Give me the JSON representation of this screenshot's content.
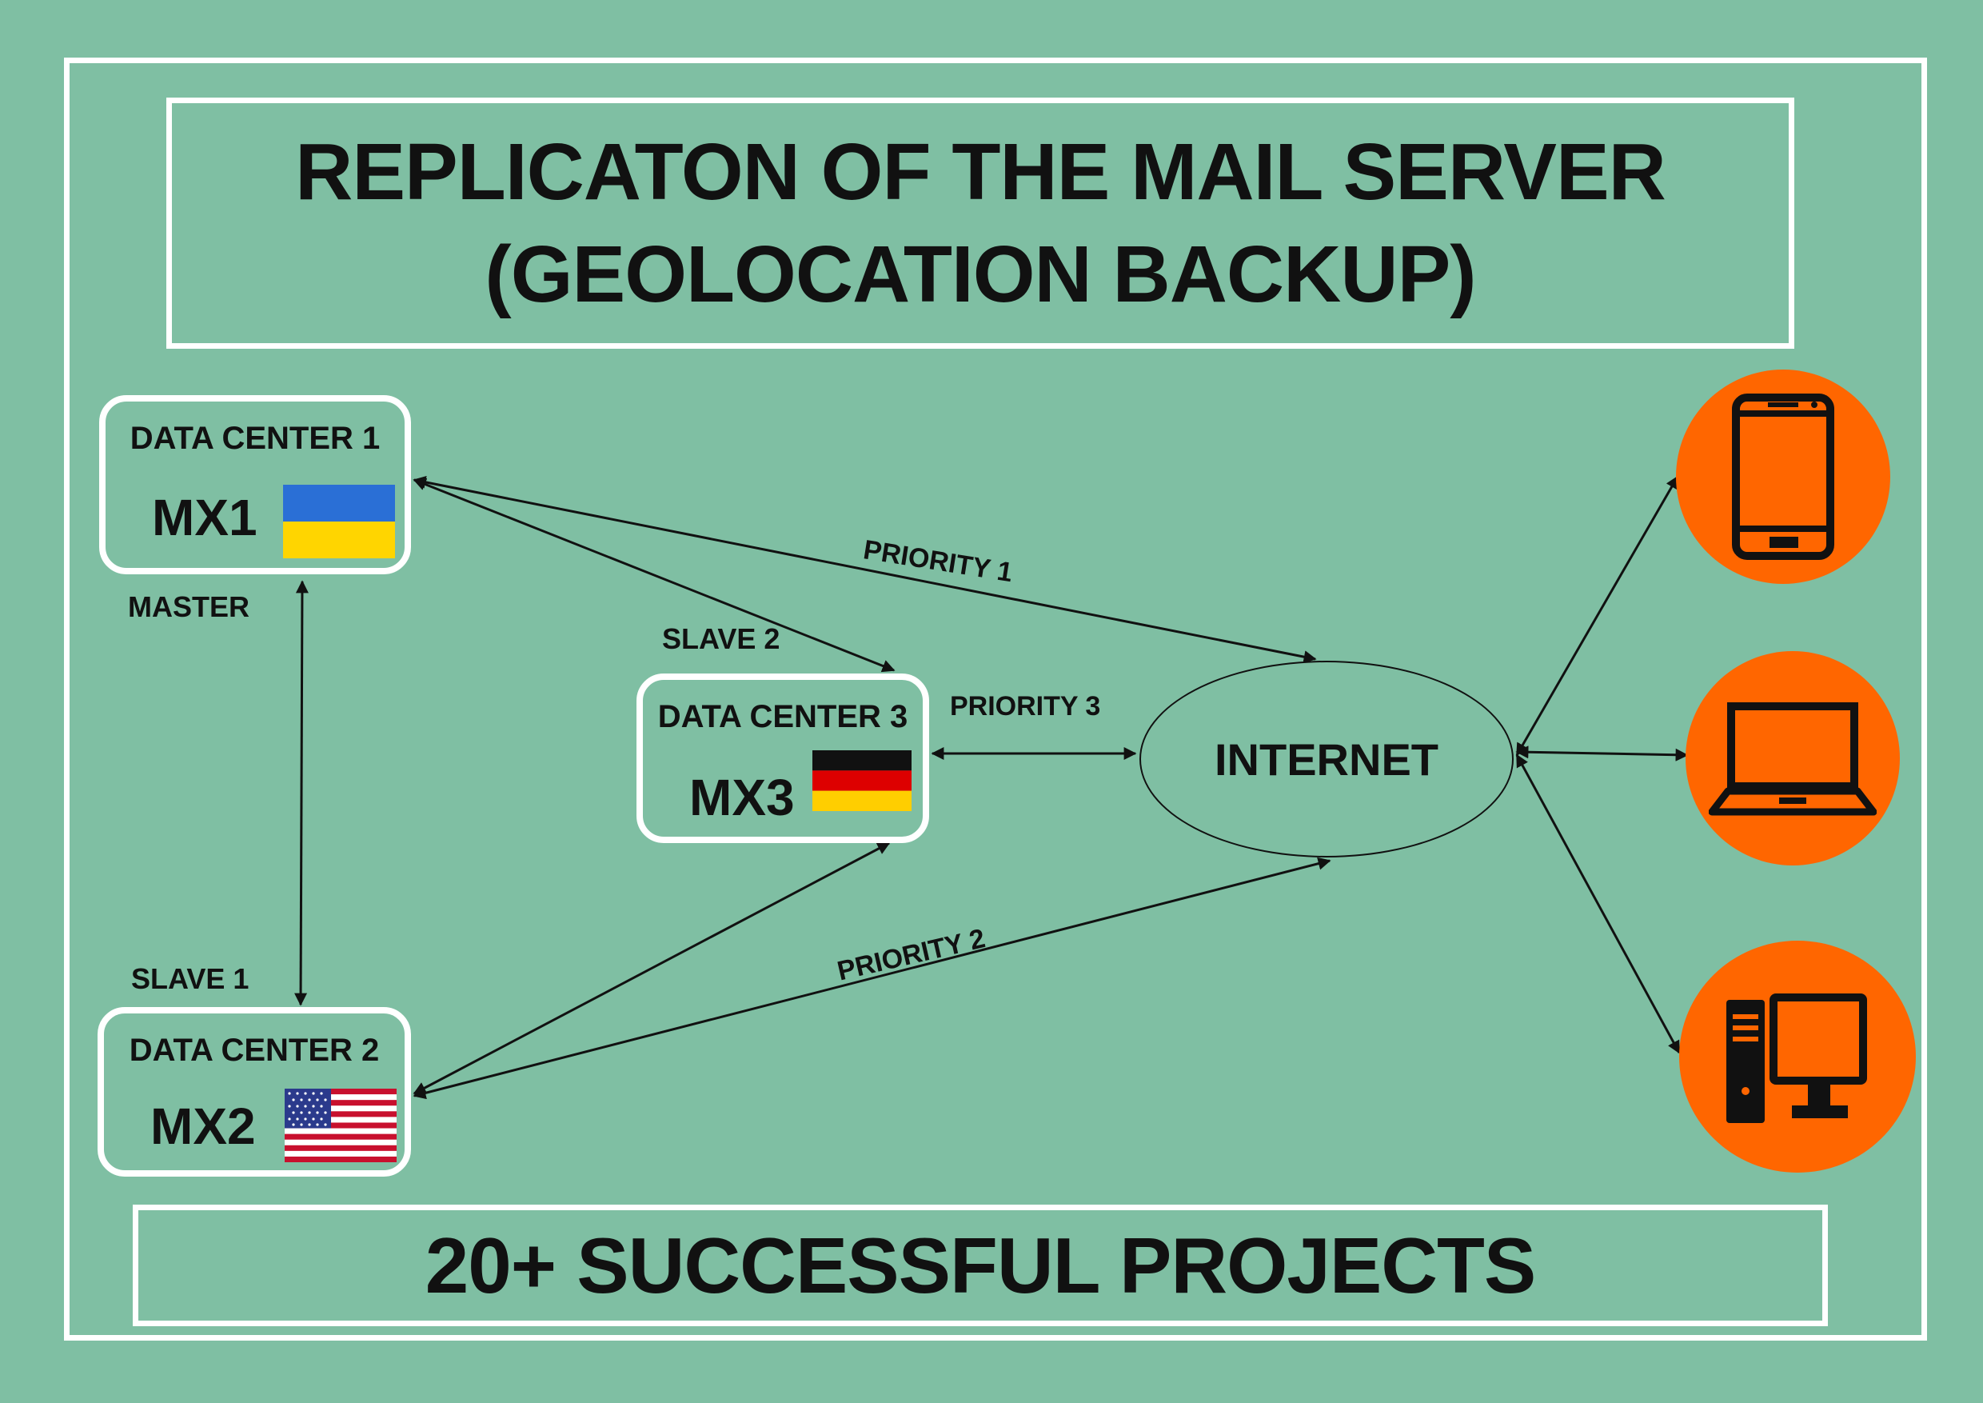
{
  "title": {
    "line1": "REPLICATON OF THE MAIL SERVER",
    "line2": "(GEOLOCATION BACKUP)"
  },
  "footer": "20+ SUCCESSFUL PROJECTS",
  "data_centers": [
    {
      "name": "DATA CENTER 1",
      "mx": "MX1",
      "role": "MASTER",
      "flag": "ukraine-flag-icon"
    },
    {
      "name": "DATA CENTER 2",
      "mx": "MX2",
      "role": "SLAVE 1",
      "flag": "usa-flag-icon"
    },
    {
      "name": "DATA CENTER 3",
      "mx": "MX3",
      "role": "SLAVE 2",
      "flag": "germany-flag-icon"
    }
  ],
  "internet_label": "INTERNET",
  "priorities": {
    "p1": "PRIORITY 1",
    "p2": "PRIORITY  2",
    "p3": "PRIORITY  3"
  },
  "devices": [
    "smartphone-icon",
    "laptop-icon",
    "desktop-computer-icon"
  ],
  "colors": {
    "background": "#7fbfa3",
    "device_circle": "#ff6600",
    "border": "#ffffff",
    "text": "#111111"
  }
}
